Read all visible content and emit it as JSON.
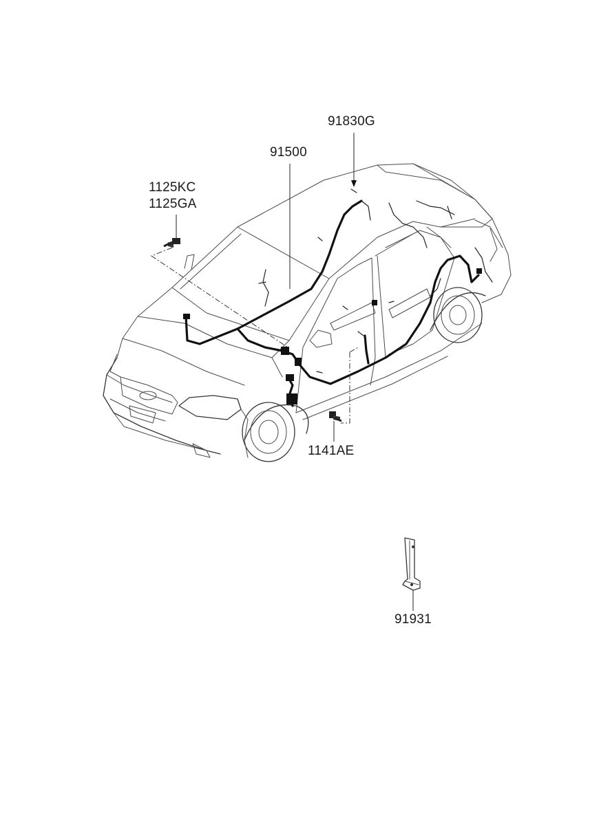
{
  "labels": {
    "part_91830g": "91830G",
    "part_91500": "91500",
    "part_1125kc": "1125KC",
    "part_1125ga": "1125GA",
    "part_1141ae": "1141AE",
    "part_91931": "91931"
  },
  "colors": {
    "line": "#4a4a4a",
    "harness": "#111111",
    "text": "#1a1a1a",
    "background": "#ffffff"
  }
}
